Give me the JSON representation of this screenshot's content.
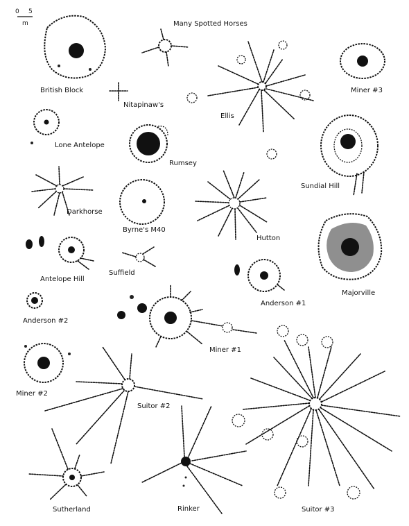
{
  "scale": {
    "zero": "0",
    "five": "5",
    "unit": "m"
  },
  "sites": [
    {
      "id": "british-block",
      "label": "British Block"
    },
    {
      "id": "many-spotted-horses",
      "label": "Many Spotted Horses"
    },
    {
      "id": "nitapinaws",
      "label": "Nitapinaw's"
    },
    {
      "id": "ellis",
      "label": "Ellis"
    },
    {
      "id": "miner-3",
      "label": "Miner #3"
    },
    {
      "id": "lone-antelope",
      "label": "Lone Antelope"
    },
    {
      "id": "rumsey",
      "label": "Rumsey"
    },
    {
      "id": "sundial-hill",
      "label": "Sundial Hill"
    },
    {
      "id": "darkhorse",
      "label": "Darkhorse"
    },
    {
      "id": "byrnes-m40",
      "label": "Byrne's M40"
    },
    {
      "id": "hutton",
      "label": "Hutton"
    },
    {
      "id": "antelope-hill",
      "label": "Antelope Hill"
    },
    {
      "id": "suffield",
      "label": "Suffield"
    },
    {
      "id": "anderson-1",
      "label": "Anderson #1"
    },
    {
      "id": "majorville",
      "label": "Majorville"
    },
    {
      "id": "anderson-2",
      "label": "Anderson #2"
    },
    {
      "id": "miner-1",
      "label": "Miner #1"
    },
    {
      "id": "miner-2",
      "label": "Miner #2"
    },
    {
      "id": "suitor-2",
      "label": "Suitor #2"
    },
    {
      "id": "sutherland",
      "label": "Sutherland"
    },
    {
      "id": "rinker",
      "label": "Rinker"
    },
    {
      "id": "suitor-3",
      "label": "Suitor #3"
    }
  ]
}
